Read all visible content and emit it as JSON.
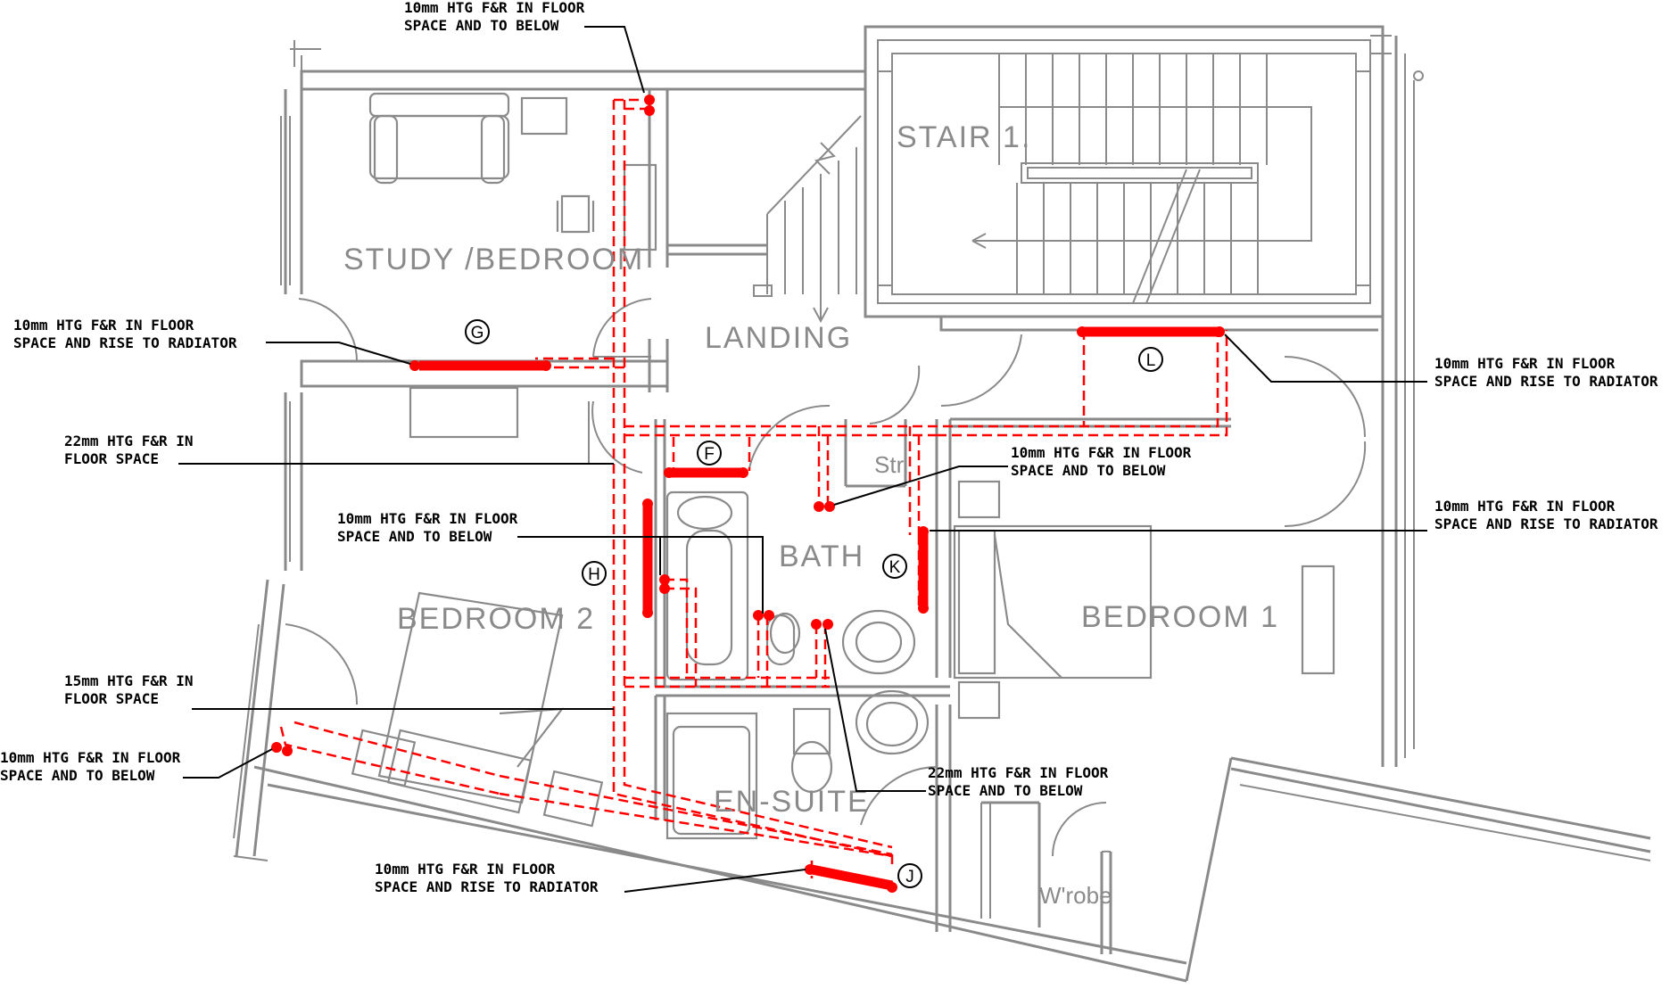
{
  "rooms": {
    "stair": "STAIR 1.",
    "study": "STUDY /BEDROOM",
    "landing": "LANDING",
    "bath": "BATH",
    "store": "Str.",
    "bedroom2": "BEDROOM 2",
    "bedroom1": "BEDROOM 1",
    "ensuite": "EN-SUITE",
    "wardrobe": "W'robe"
  },
  "radiator_tags": {
    "f": "F",
    "g": "G",
    "h": "H",
    "j": "J",
    "k": "K",
    "l": "L"
  },
  "notes": {
    "top": [
      "10mm HTG F&R IN FLOOR",
      "SPACE AND TO BELOW"
    ],
    "g_left": [
      "10mm HTG F&R IN FLOOR",
      "SPACE AND RISE TO RADIATOR"
    ],
    "main_22": [
      "22mm HTG F&R IN",
      "FLOOR SPACE"
    ],
    "bath_10": [
      "10mm HTG F&R IN FLOOR",
      "SPACE AND TO BELOW"
    ],
    "main_15": [
      "15mm HTG F&R IN",
      "FLOOR SPACE"
    ],
    "bed2_below": [
      "10mm HTG F&R IN FLOOR",
      "SPACE AND TO BELOW"
    ],
    "j_rad": [
      "10mm HTG F&R IN FLOOR",
      "SPACE AND RISE TO RADIATOR"
    ],
    "store_10": [
      "10mm HTG F&R IN FLOOR",
      "SPACE AND TO BELOW"
    ],
    "l_rad": [
      "10mm HTG F&R IN FLOOR",
      "SPACE AND RISE TO RADIATOR"
    ],
    "k_rad": [
      "10mm HTG F&R IN FLOOR",
      "SPACE AND RISE TO RADIATOR"
    ],
    "ensuite_22": [
      "22mm HTG F&R IN FLOOR",
      "SPACE AND TO BELOW"
    ]
  },
  "colors": {
    "walls": "#8a8a8a",
    "heating_pipework": "#ff0000",
    "annotations": "#000000"
  }
}
